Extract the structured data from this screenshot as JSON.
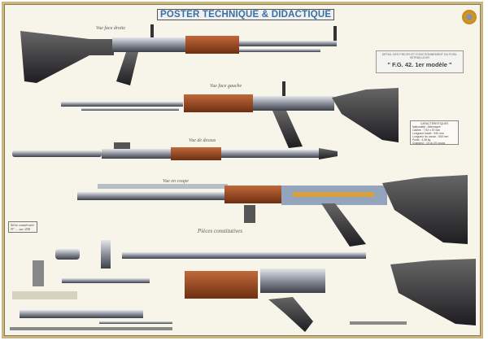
{
  "header": {
    "title": "POSTER TECHNIQUE & DIDACTIQUE"
  },
  "model": {
    "subtitle": "DETAIL DES PIECES ET FONCTIONNEMENT DU FUSIL MITRAILLEUR",
    "name": "\" F.G. 42. 1er modèle \""
  },
  "specs": {
    "heading": "CARACTERISTIQUES",
    "lines": [
      "Nationalité : Allemagne",
      "Calibre : 7,92 x 57 mm",
      "Longueur totale : 940 mm",
      "Longueur du canon : 500 mm",
      "Poids : 4,38 kg",
      "Chargeur : 10 ou 20 coups"
    ]
  },
  "views": {
    "right": "Vue face droite",
    "left": "Vue face gauche",
    "top": "Vue de dessus",
    "cut": "Vue en coupe",
    "parts": "Pièces constitutives"
  },
  "serie": {
    "line1": "Série numérotée",
    "line2": "N° ... sur 200"
  },
  "colors": {
    "title": "#3a6fa0",
    "wood": "#9a4a22",
    "steel": "#6b7280",
    "frame": "#c9b680"
  }
}
